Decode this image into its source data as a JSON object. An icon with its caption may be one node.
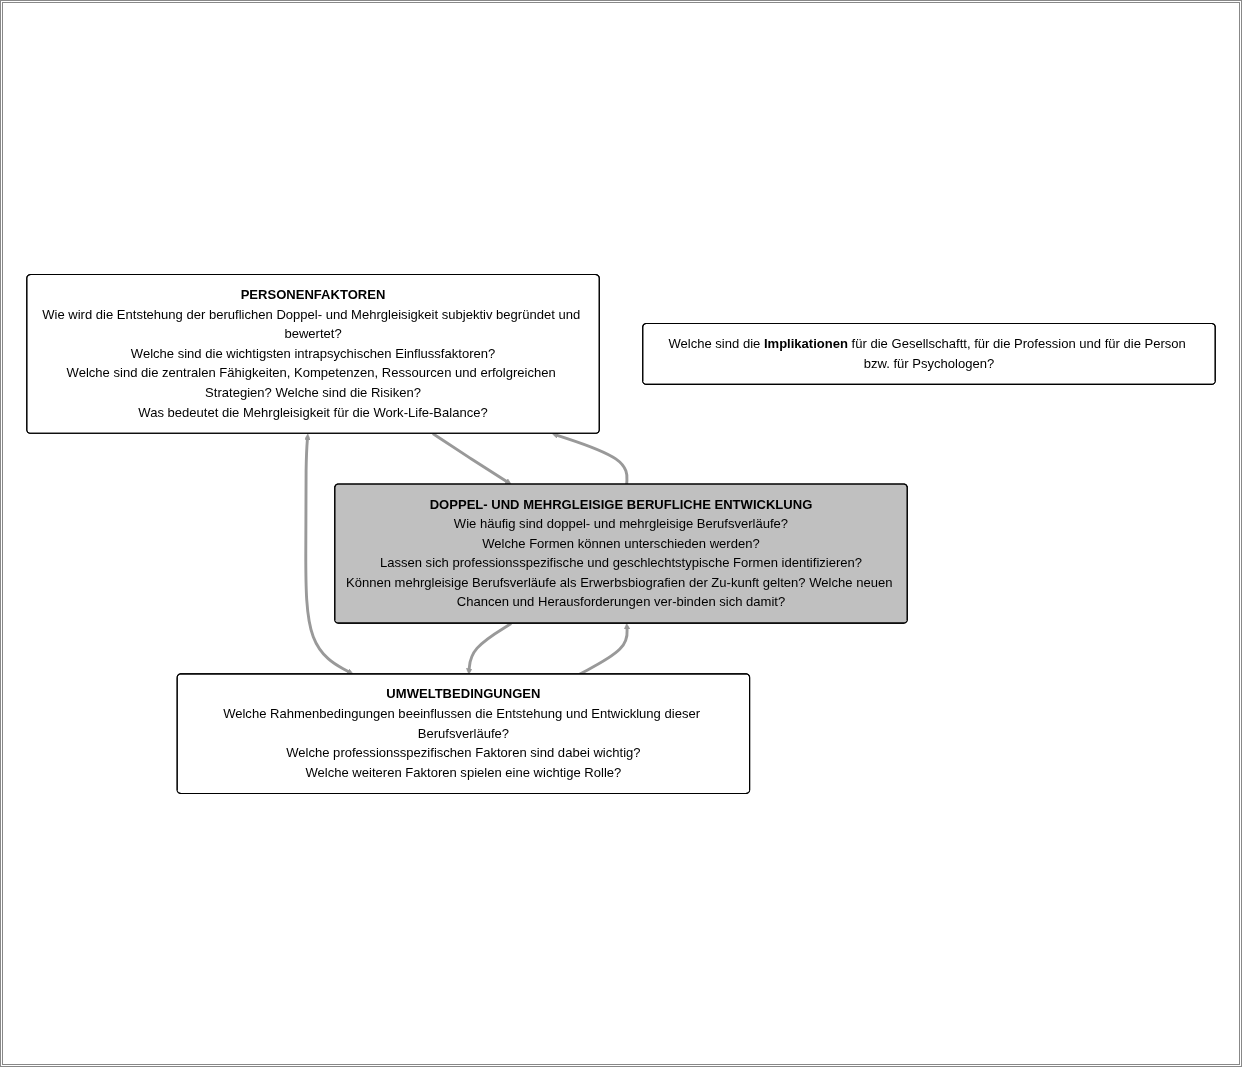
{
  "diagram": {
    "nodes": [
      {
        "text": [
          "PERSONENFAKTOREN",
          "Wie wird die Entstehung der beruflichen Doppel- und Mehrgleisigkeit subjektiv begründet und bewertet?",
          "Welche sind die wichtigsten intrapsychischen Einflussfaktoren?",
          "Welche sind die zentralen Fähigkeiten, Kompetenzen, Ressourcen und erfolgreichen Strategien? Welche sind die Risiken?",
          "Was bedeutet die Mehrgleisigkeit für die Work-Life-Balance?"
        ]
      },
      {
        "text": [
          "DOPPEL- UND MEHRGLEISIGE BERUFLICHE ENTWICKLUNG",
          "Wie häufig sind doppel- und mehrgleisige Berufsverläufe?",
          "Welche Formen können unterschieden werden?",
          "Lassen sich professionsspezifische und geschlechtstypische Formen identifizieren?",
          "Können mehrgleisige Berufsverläufe als Erwerbsbiografien der Zu-kunft gelten? Welche neuen Chancen und Herausforderungen ver-binden sich damit?"
        ]
      },
      {
        "text": [
          "UMWELTBEDINGUNGEN",
          "Welche Rahmenbedingungen beeinflussen die Entstehung und Entwicklung dieser Berufsverläufe?",
          "Welche professionsspezifischen Faktoren sind dabei wichtig?",
          "Welche weiteren Faktoren spielen eine wichtige Rolle?"
        ]
      },
      {
        "text": [
          "Welche sind die **Implikationen** für die Gesellschaftt, für die Profession und für die Person bzw. für Psychologen?"
        ]
      }
    ],
    "edges": [
      {
        "from": 0,
        "to": 1,
        "arrow": "to"
      },
      {
        "from": 2,
        "to": 1,
        "arrow": "to"
      },
      {
        "from": 0,
        "to": 2,
        "arrow": "both"
      },
      {
        "from": 1,
        "to": 0,
        "arrow": "to"
      },
      {
        "from": 1,
        "to": 2,
        "arrow": "to"
      }
    ]
  }
}
